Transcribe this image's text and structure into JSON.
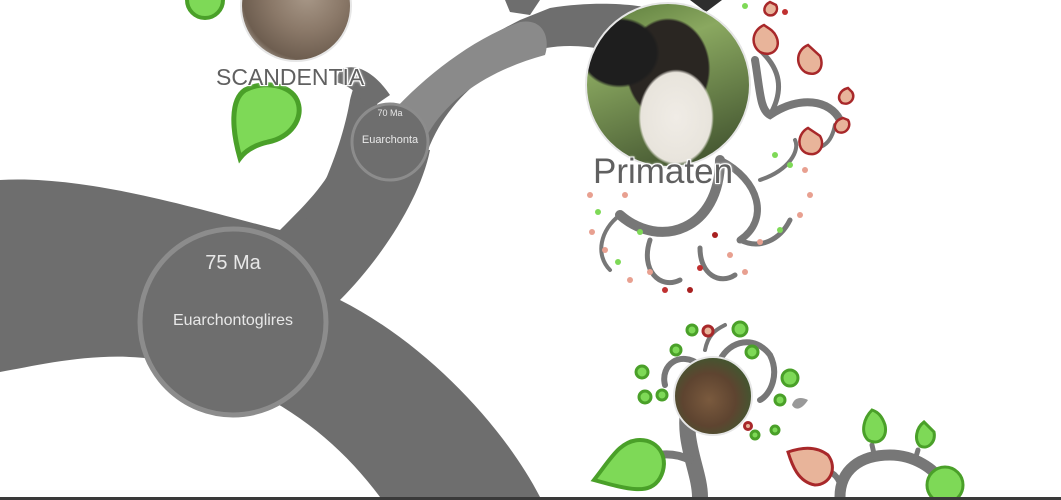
{
  "tree": {
    "branch_color": "#6e6e6e",
    "branch_light_color": "#8a8a8a",
    "node_ring_color": "#8c8c8c",
    "leaf_green_fill": "#7ed957",
    "leaf_green_stroke": "#4aa029",
    "leaf_red_fill": "#e8b49a",
    "leaf_red_stroke": "#a8282a",
    "nodes": [
      {
        "age": "75 Ma",
        "name": "Euarchontoglires"
      },
      {
        "age": "70 Ma",
        "name": "Euarchonta"
      }
    ],
    "taxa": [
      {
        "name": "SCANDENTIA",
        "photo": "treeshrew-photo"
      },
      {
        "name": "Primaten",
        "photo": "lemur-photo"
      },
      {
        "name": "",
        "photo": "rodent-photo"
      }
    ]
  }
}
